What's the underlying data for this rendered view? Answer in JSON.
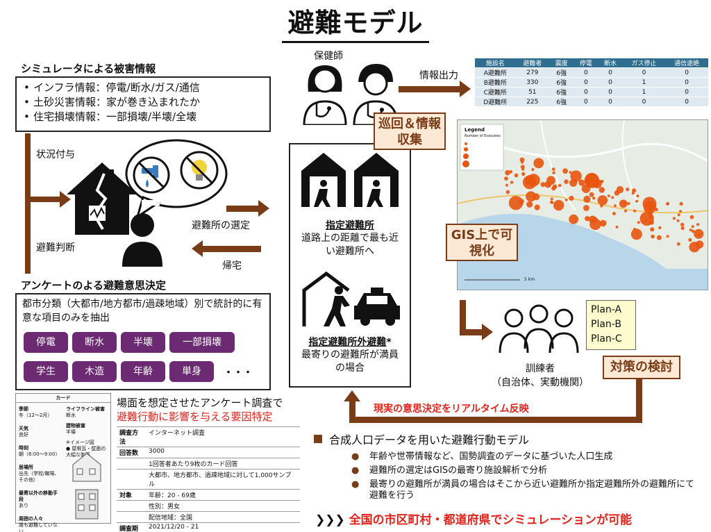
{
  "title": "避難モデル",
  "sim": {
    "header": "シミュレータによる被害情報",
    "items": [
      "インフラ情報：停電/断水/ガス/通信",
      "土砂災害情報：家が巻き込まれたか",
      "住宅損壊情報：一部損壊/半壊/全壊"
    ],
    "status_label": "状況付与",
    "decision_label": "避難判断"
  },
  "flow": {
    "select_label": "避難所の選定",
    "return_label": "帰宅"
  },
  "survey_decision": {
    "header": "アンケートのよる避難意思決定",
    "desc": "都市分類（大都市/地方都市/過疎地域）別で統計的に有意な項目のみを抽出",
    "chips": [
      "停電",
      "断水",
      "半壊",
      "一部損壊",
      "学生",
      "木造",
      "年齢",
      "単身"
    ],
    "more": "・・・"
  },
  "shelter": {
    "designated_title": "指定避難所",
    "designated_desc": "道路上の距離で最も近い避難所へ",
    "outside_title": "指定避難所外避難",
    "outside_mark": "*",
    "outside_desc": "最寄りの避難所が満員の場合"
  },
  "nurse": {
    "label": "保健師",
    "output_label": "情報出力",
    "patrol": "巡回＆情報収集"
  },
  "table": {
    "headers": [
      "施設名",
      "避難者",
      "震度",
      "停電",
      "断水",
      "ガス停止",
      "通信途絶"
    ],
    "rows": [
      [
        "A避難所",
        "279",
        "6強",
        "0",
        "0",
        "0",
        "0"
      ],
      [
        "B避難所",
        "330",
        "6強",
        "0",
        "0",
        "1",
        "0"
      ],
      [
        "C避難所",
        "51",
        "6強",
        "0",
        "0",
        "1",
        "0"
      ],
      [
        "D避難所",
        "225",
        "6強",
        "0",
        "0",
        "0",
        "0"
      ]
    ]
  },
  "map": {
    "legend_title": "Legend",
    "legend_sub": "Number of Evacuees",
    "scale": "5 km",
    "gis_label": "GIS上で可視化"
  },
  "trainees": {
    "plans": [
      "Plan-A",
      "Plan-B",
      "Plan-C"
    ],
    "label": "訓練者",
    "sub": "（自治体、実動機関）",
    "measure": "対策の検討",
    "feedback": "現実の意思決定をリアルタイム反映"
  },
  "survey": {
    "title_line1": "場面を想定させたアンケート調査で",
    "title_line2": "避難行動に影響を与える要因特定",
    "card_header": "カード",
    "card_fields": [
      "季節",
      "冬（12〜2月）",
      "天気",
      "良好",
      "時刻",
      "朝（6:00〜9:00）",
      "居場所",
      "出先（学校/職場、その他）",
      "最寄以外の移動手段",
      "あり",
      "周囲の人々",
      "誰も避難していない"
    ],
    "card_right": [
      "ライフライン被害",
      "断水",
      "建物被害",
      "半壊",
      "※イメージ図",
      "● 屋根瓦・壁面の大幅な剥落"
    ],
    "rows": [
      [
        "調査方法",
        "インターネット調査"
      ],
      [
        "回答数",
        "3000"
      ],
      [
        "",
        "1回答者あたり9枚のカード回答"
      ],
      [
        "",
        "大都市、地方都市、過疎地域に対して1,000サンプル"
      ],
      [
        "対象",
        "年齢：20 - 69歳"
      ],
      [
        "",
        "性別：男女"
      ],
      [
        "",
        "配信地域：全国"
      ],
      [
        "調査期間",
        "2021/12/20 - 21"
      ]
    ]
  },
  "model": {
    "header": "合成人口データを用いた避難行動モデル",
    "items": [
      "年齢や世帯情報など、国勢調査のデータに基づいた人口生成",
      "避難所の選定はGISの最寄り施設解析で分析",
      "最寄りの避難所が満員の場合はそこから近い避難所か指定避難所外の避難所にて避難を行う"
    ],
    "conclusion": "全国の市区町村・都道府県でシミュレーションが可能",
    "conclusion_mark": "❯❯❯"
  },
  "colors": {
    "brown": "#7a3b17",
    "purple": "#6b2a72",
    "red": "#e2231a",
    "map_dot": "#e8550f"
  }
}
